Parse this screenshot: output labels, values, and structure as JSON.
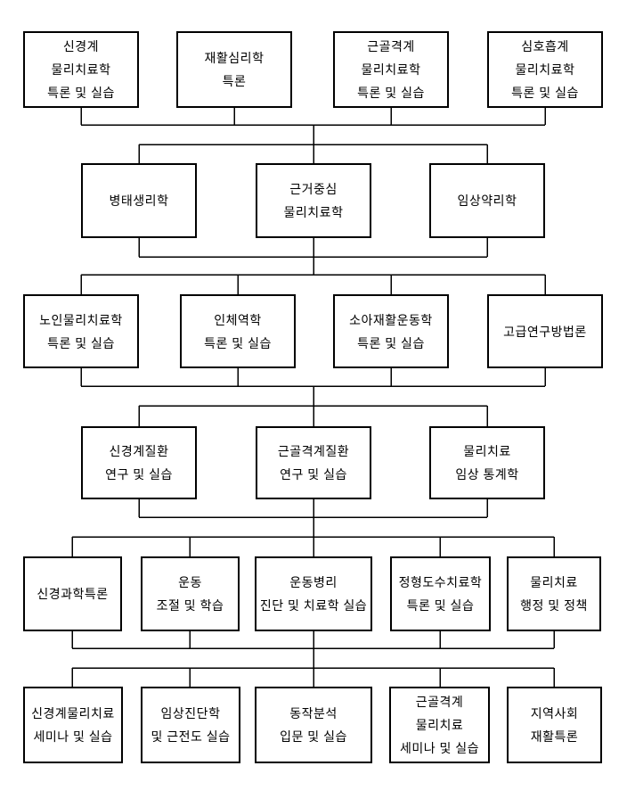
{
  "diagram": {
    "title": "physical-therapy-curriculum-flowchart",
    "colors": {
      "background": "#ffffff",
      "line": "#000000",
      "box_border": "#000000",
      "text": "#000000"
    },
    "rows": [
      {
        "boxes": [
          {
            "label": "신경계\n물리치료학\n특론 및 실습"
          },
          {
            "label": "재활심리학\n특론"
          },
          {
            "label": "근골격계\n물리치료학\n특론 및 실습"
          },
          {
            "label": "심호흡계\n물리치료학\n특론 및 실습"
          }
        ]
      },
      {
        "boxes": [
          {
            "label": "병태생리학"
          },
          {
            "label": "근거중심\n물리치료학"
          },
          {
            "label": "임상약리학"
          }
        ]
      },
      {
        "boxes": [
          {
            "label": "노인물리치료학\n특론 및 실습"
          },
          {
            "label": "인체역학\n특론 및 실습"
          },
          {
            "label": "소아재활운동학\n특론 및 실습"
          },
          {
            "label": "고급연구방법론"
          }
        ]
      },
      {
        "boxes": [
          {
            "label": "신경계질환\n연구 및 실습"
          },
          {
            "label": "근골격계질환\n연구 및 실습"
          },
          {
            "label": "물리치료\n임상 통계학"
          }
        ]
      },
      {
        "boxes": [
          {
            "label": "신경과학특론"
          },
          {
            "label": "운동\n조절 및 학습"
          },
          {
            "label": "운동병리\n진단 및 치료학 실습"
          },
          {
            "label": "정형도수치료학\n특론 및 실습"
          },
          {
            "label": "물리치료\n행정 및 정책"
          }
        ]
      },
      {
        "boxes": [
          {
            "label": "신경계물리치료\n세미나 및 실습"
          },
          {
            "label": "임상진단학\n및 근전도 실습"
          },
          {
            "label": "동작분석\n입문 및 실습"
          },
          {
            "label": "근골격계\n물리치료\n세미나 및 실습"
          },
          {
            "label": "지역사회\n재활특론"
          }
        ]
      }
    ]
  }
}
